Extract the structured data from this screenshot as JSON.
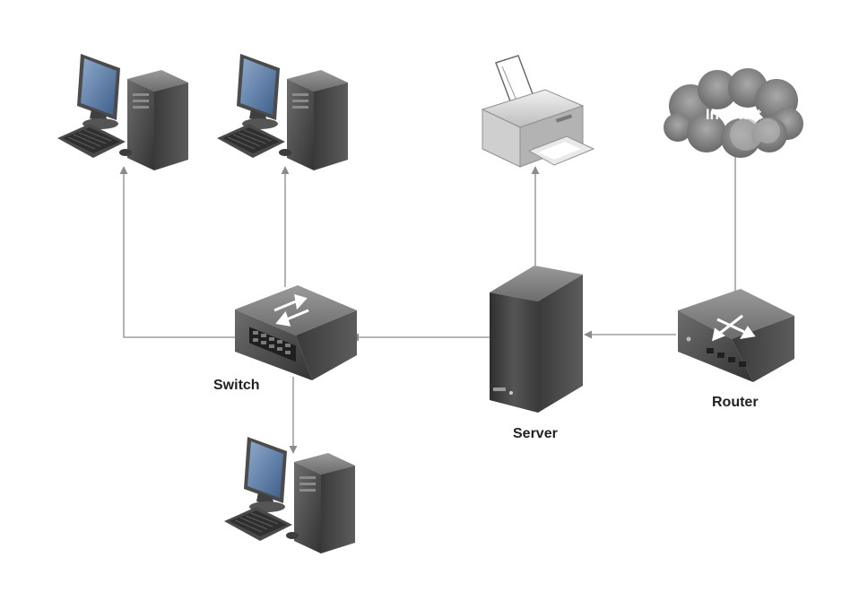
{
  "diagram": {
    "nodes": {
      "internet": {
        "label": "Internet",
        "icon": "cloud-icon"
      },
      "router": {
        "label": "Router",
        "icon": "router-icon"
      },
      "server": {
        "label": "Server",
        "icon": "server-tower-icon"
      },
      "switch": {
        "label": "Switch",
        "icon": "network-switch-icon"
      },
      "printer": {
        "label": "",
        "icon": "printer-icon"
      },
      "pc1": {
        "label": "",
        "icon": "desktop-computer-icon"
      },
      "pc2": {
        "label": "",
        "icon": "desktop-computer-icon"
      },
      "pc3": {
        "label": "",
        "icon": "desktop-computer-icon"
      }
    },
    "edges": [
      {
        "from": "internet",
        "to": "router"
      },
      {
        "from": "router",
        "to": "server"
      },
      {
        "from": "server",
        "to": "printer"
      },
      {
        "from": "server",
        "to": "switch"
      },
      {
        "from": "switch",
        "to": "pc1"
      },
      {
        "from": "switch",
        "to": "pc2"
      },
      {
        "from": "switch",
        "to": "pc3"
      }
    ],
    "colors": {
      "edge": "#8a8a8a",
      "device_dark": "#4a4a4a",
      "screen": "#5f7fa8",
      "cloud": "#8c8c8c"
    }
  }
}
